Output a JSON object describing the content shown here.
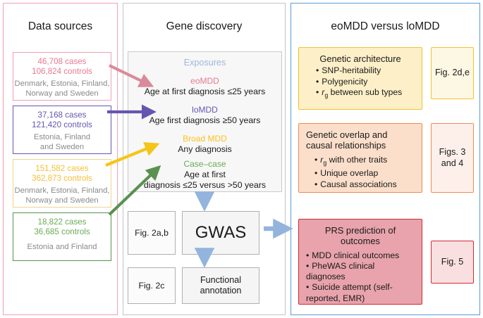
{
  "columns": {
    "data_sources": {
      "title": "Data sources",
      "border_color": "#f0a0b4",
      "sources": [
        {
          "counts": "46,708 cases\n106,824 controls",
          "cases": "46,708 cases",
          "controls": "106,824 controls",
          "geography": "Denmark, Estonia, Finland,\nNorway and Sweden",
          "geography_line1": "Denmark, Estonia, Finland,",
          "geography_line2": "Norway and Sweden",
          "color": "#e8798f",
          "border_color": "#f0a0b4"
        },
        {
          "counts": "37,168 cases\n121,420 controls",
          "cases": "37,168 cases",
          "controls": "121,420 controls",
          "geography": "Estonia, Finland\nand Sweden",
          "geography_line1": "Estonia, Finland",
          "geography_line2": "and Sweden",
          "color": "#6655b0",
          "border_color": "#6655b0"
        },
        {
          "counts": "151,582 cases\n362,873 controls",
          "cases": "151,582 cases",
          "controls": "362,873 controls",
          "geography": "Denmark, Estonia, Finland,\nNorway and Sweden",
          "geography_line1": "Denmark, Estonia, Finland,",
          "geography_line2": "Norway and Sweden",
          "color": "#f5be36",
          "border_color": "#f0d48a"
        },
        {
          "counts": "18,822 cases\n36,685 controls",
          "cases": "18,822 cases",
          "controls": "36,685 controls",
          "geography": "Estonia and Finland",
          "geography_line1": "Estonia and Finland",
          "geography_line2": "",
          "color": "#6aab55",
          "border_color": "#5a9150"
        }
      ]
    },
    "gene_discovery": {
      "title": "Gene discovery",
      "border_color": "#c4c4c4",
      "exposures": {
        "heading": "Exposures",
        "heading_color": "#9fb6dd",
        "items": [
          {
            "label": "eoMDD",
            "color": "#e8798f",
            "description": "Age at first diagnosis ≤25 years",
            "desc_line1": "Age at first diagnosis ≤25 years",
            "desc_line2": ""
          },
          {
            "label": "loMDD",
            "color": "#6655b0",
            "description": "Age first diagnosis ≥50 years",
            "desc_line1": "Age first diagnosis ≥50 years",
            "desc_line2": ""
          },
          {
            "label": "Broad MDD",
            "color": "#fcc21b",
            "description": "Any diagnosis",
            "desc_line1": "Any diagnosis",
            "desc_line2": ""
          },
          {
            "label": "Case–case",
            "color": "#6aab55",
            "description": "Age at first diagnosis ≤25 versus >50 years",
            "desc_line1": "Age at first",
            "desc_line2": "diagnosis ≤25 versus >50 years"
          }
        ]
      },
      "flow": {
        "gwas": "GWAS",
        "functional_annotation": "Functional\nannotation",
        "functional_annotation_line1": "Functional",
        "functional_annotation_line2": "annotation",
        "fig_2ab": "Fig. 2a,b",
        "fig_2c": "Fig. 2c"
      }
    },
    "comparison": {
      "title": "eoMDD versus loMDD",
      "border_color": "#5b9bd5",
      "results": [
        {
          "title": "Genetic architecture",
          "title_line1": "Genetic architecture",
          "title_line2": "",
          "bullets": [
            "SNP-heritability",
            "Polygenicity",
            "rg between sub types"
          ],
          "bullets_rich": [
            "SNP-heritability",
            "Polygenicity",
            "<i>r</i><sub>g</sub> between sub types"
          ],
          "fill": "#fdf0c8",
          "border_color": "#f2c12e",
          "fig_label": "Fig. 2d,e",
          "fig_label_line1": "Fig. 2d,e",
          "fig_label_line2": "",
          "fig_fill": "#fdf8e4"
        },
        {
          "title": "Genetic overlap and causal relationships",
          "title_line1": "Genetic overlap and",
          "title_line2": "causal relationships",
          "bullets": [
            "rg with other traits",
            "Unique overlap",
            "Causal associations"
          ],
          "bullets_rich": [
            "<i>r</i><sub>g</sub> with other traits",
            "Unique overlap",
            "Causal associations"
          ],
          "fill": "#fbdfcb",
          "border_color": "#ef8a51",
          "fig_label": "Figs. 3 and 4",
          "fig_label_line1": "Figs. 3",
          "fig_label_line2": "and 4",
          "fig_fill": "#fdf0ea"
        },
        {
          "title": "PRS prediction of outcomes",
          "title_line1": "PRS prediction of",
          "title_line2": "outcomes",
          "bullets": [
            "MDD clinical outcomes",
            "PheWAS clinical diagnoses",
            "Suicide attempt (self-reported, EMR)"
          ],
          "bullets_rich": [
            "MDD clinical outcomes",
            "PheWAS clinical diagnoses",
            "Suicide attempt (self-reported, EMR)"
          ],
          "fill": "#e8a3ac",
          "border_color": "#cf2c33",
          "fig_label": "Fig. 5",
          "fig_label_line1": "Fig. 5",
          "fig_label_line2": "",
          "fig_fill": "#fadfe1"
        }
      ]
    }
  },
  "arrows": [
    {
      "name": "source-1-to-eomdd",
      "color": "#d98b9a",
      "direction": "down-right"
    },
    {
      "name": "source-2-to-lomdd",
      "color": "#6655b0",
      "direction": "right"
    },
    {
      "name": "source-3-to-broad-mdd",
      "color": "#f5c518",
      "direction": "up-right"
    },
    {
      "name": "source-4-to-case-case",
      "color": "#5a9150",
      "direction": "up-right"
    },
    {
      "name": "exposures-to-gwas",
      "color": "#93b4dd",
      "direction": "down"
    },
    {
      "name": "gwas-to-functional-annotation",
      "color": "#93b4dd",
      "direction": "down"
    },
    {
      "name": "gwas-to-comparison",
      "color": "#93b4dd",
      "direction": "right"
    }
  ]
}
